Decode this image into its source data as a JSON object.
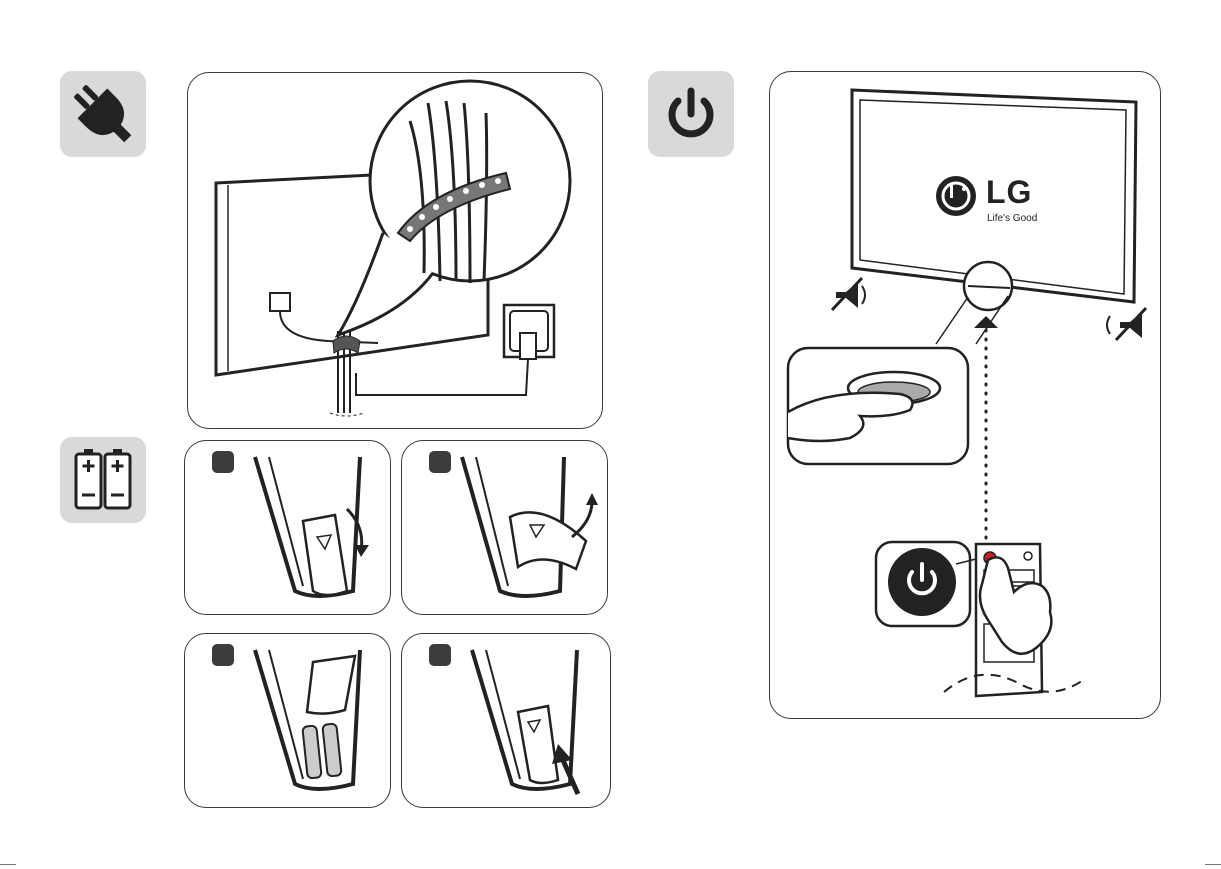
{
  "brand": {
    "logo_text": "LG",
    "tagline": "Life's Good"
  },
  "icons": {
    "power_plug": "power-plug-icon",
    "batteries": "batteries-icon",
    "power_button": "power-icon",
    "volume_mute": "volume-mute-icon"
  },
  "colors": {
    "tile_gray": "#d9d9d9",
    "ink": "#222222",
    "remote_button_red": "#c81e1e"
  },
  "battery_steps": [
    "step-1",
    "step-2",
    "step-3",
    "step-4"
  ]
}
